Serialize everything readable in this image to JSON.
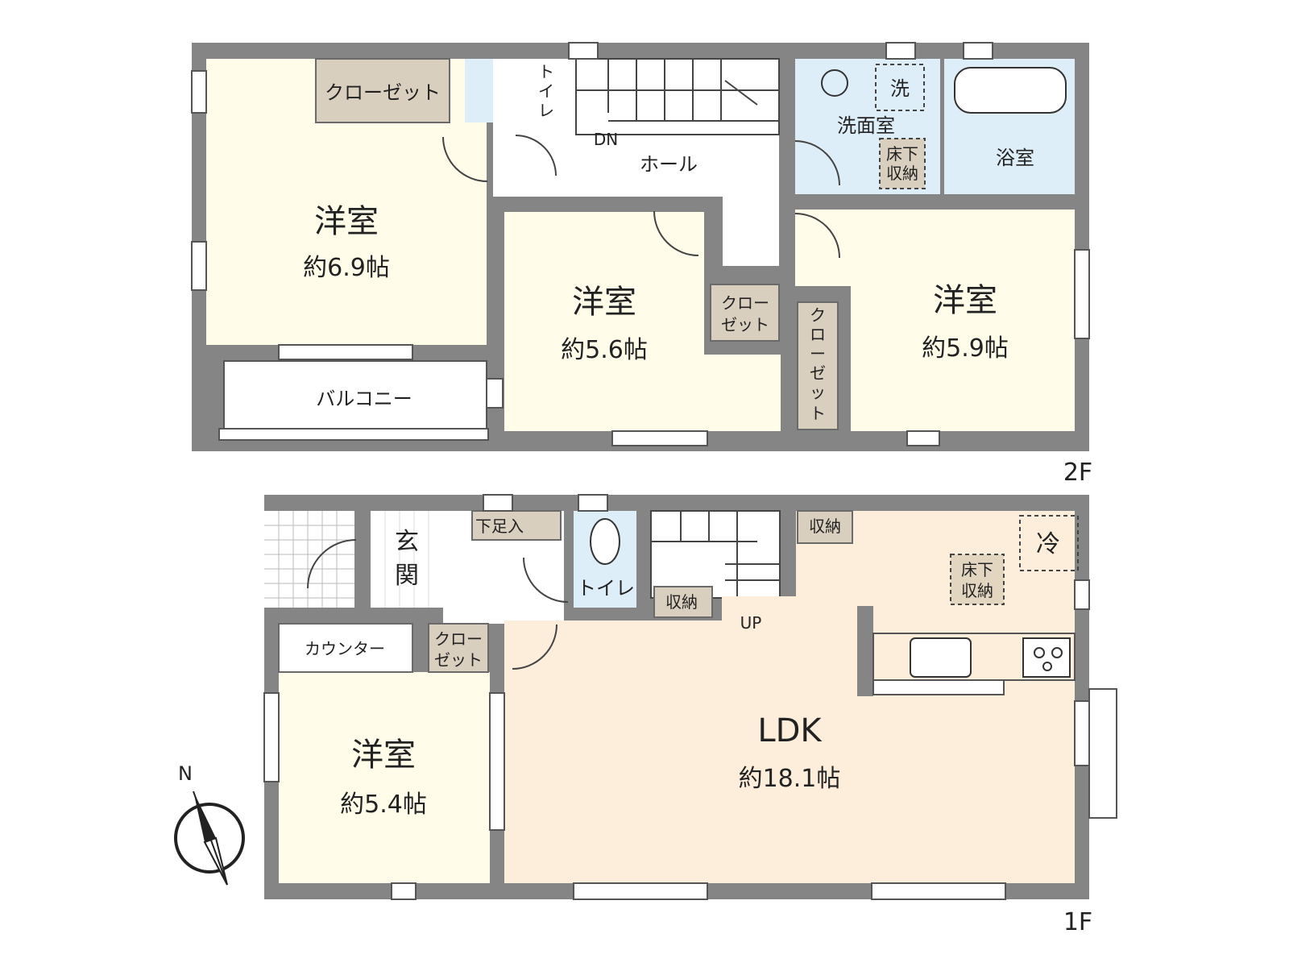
{
  "floors": {
    "upper": {
      "label": "2F",
      "rooms": {
        "western_1": {
          "name": "洋室",
          "size": "約6.9帖"
        },
        "western_2": {
          "name": "洋室",
          "size": "約5.6帖"
        },
        "western_3": {
          "name": "洋室",
          "size": "約5.9帖"
        },
        "closet_1": "クローゼット",
        "closet_2_line1": "クロー",
        "closet_2_line2": "ゼット",
        "closet_3_vertical": [
          "ク",
          "ロ",
          "ー",
          "ゼ",
          "ッ",
          "ト"
        ],
        "toilet_vertical": [
          "ト",
          "イ",
          "レ"
        ],
        "hall": "ホール",
        "stairs_dn": "DN",
        "washroom": "洗面室",
        "laundry": "洗",
        "underfloor_line1": "床下",
        "underfloor_line2": "収納",
        "bathroom": "浴室",
        "balcony": "バルコニー"
      }
    },
    "lower": {
      "label": "1F",
      "rooms": {
        "western": {
          "name": "洋室",
          "size": "約5.4帖"
        },
        "ldk": {
          "name": "LDK",
          "size": "約18.1帖"
        },
        "entrance_line1": "玄",
        "entrance_line2": "関",
        "shoe_storage": "下足入",
        "toilet": "トイレ",
        "storage_stairs": "収納",
        "storage_kitchen": "収納",
        "stairs_up": "UP",
        "fridge": "冷",
        "underfloor_line1": "床下",
        "underfloor_line2": "収納",
        "counter": "カウンター",
        "closet_line1": "クロー",
        "closet_line2": "ゼット"
      }
    }
  },
  "compass": {
    "north_label": "N"
  },
  "colors": {
    "wall": "#858585",
    "western_room": "#fffcea",
    "ldk": "#fdeedc",
    "closet": "#d9cfbf",
    "wet_area": "#deeef8",
    "hall": "#ffffff"
  }
}
